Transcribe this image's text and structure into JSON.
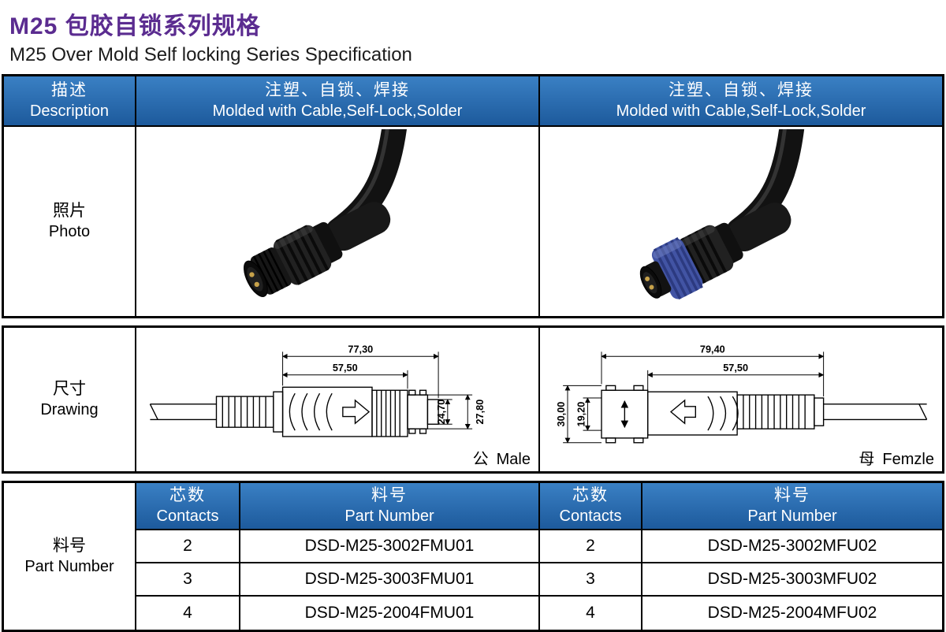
{
  "page": {
    "title_zh": "M25 包胶自锁系列规格",
    "title_en": "M25 Over Mold Self locking Series Specification"
  },
  "colors": {
    "accent_purple": "#5b2c90",
    "header_blue_light": "#3a80c4",
    "header_blue_dark": "#1d5a9c"
  },
  "spec_table": {
    "description_header": {
      "zh": "描述",
      "en": "Description"
    },
    "process_header_left": {
      "zh": "注塑、自锁、焊接",
      "en": "Molded with Cable,Self-Lock,Solder"
    },
    "process_header_right": {
      "zh": "注塑、自锁、焊接",
      "en": "Molded with Cable,Self-Lock,Solder"
    },
    "photo_row": {
      "zh": "照片",
      "en": "Photo"
    },
    "drawing_row": {
      "zh": "尺寸",
      "en": "Drawing"
    },
    "part_row": {
      "zh": "料号",
      "en": "Part Number"
    }
  },
  "drawings": {
    "male": {
      "label_zh": "公",
      "label_en": "Male",
      "dim_total": "77,30",
      "dim_body": "57,50",
      "dim_h1": "24,70",
      "dim_h2": "27,80"
    },
    "female": {
      "label_zh": "母",
      "label_en": "Femzle",
      "dim_total": "79,40",
      "dim_body": "57,50",
      "dim_h1": "30,00",
      "dim_h2": "19,20"
    }
  },
  "part_table": {
    "contacts_header_left": {
      "zh": "芯数",
      "en": "Contacts"
    },
    "pn_header_left": {
      "zh": "料号",
      "en": "Part Number"
    },
    "contacts_header_right": {
      "zh": "芯数",
      "en": "Contacts"
    },
    "pn_header_right": {
      "zh": "料号",
      "en": "Part Number"
    },
    "rows": [
      {
        "contacts_m": "2",
        "pn_m": "DSD-M25-3002FMU01",
        "contacts_f": "2",
        "pn_f": "DSD-M25-3002MFU02"
      },
      {
        "contacts_m": "3",
        "pn_m": "DSD-M25-3003FMU01",
        "contacts_f": "3",
        "pn_f": "DSD-M25-3003MFU02"
      },
      {
        "contacts_m": "4",
        "pn_m": "DSD-M25-2004FMU01",
        "contacts_f": "4",
        "pn_f": "DSD-M25-2004MFU02"
      }
    ]
  }
}
